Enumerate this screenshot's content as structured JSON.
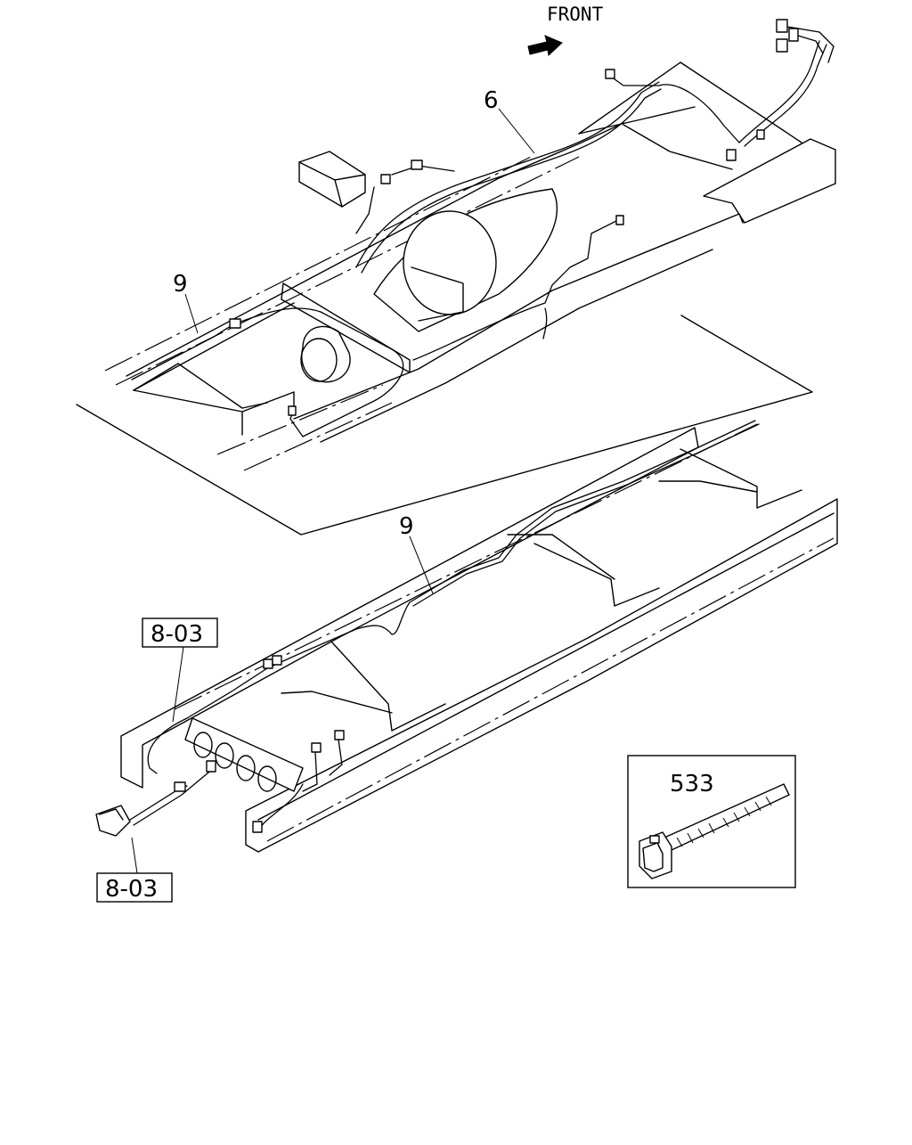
{
  "diagram": {
    "front_label": "FRONT",
    "callouts": {
      "wire_harness_front": "6",
      "wire_harness_upper": "9",
      "wire_harness_lower": "9",
      "ref_box_top": "8-03",
      "ref_box_bottom": "8-03",
      "clip_part": "533"
    },
    "icons": {
      "front_arrow": "arrow-icon"
    }
  }
}
